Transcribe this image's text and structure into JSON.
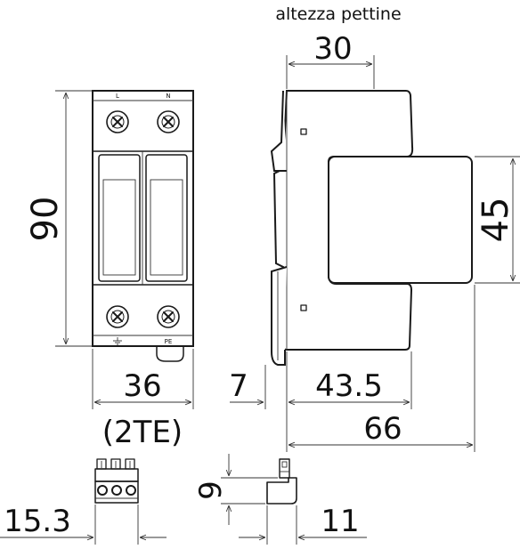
{
  "title": "altezza pettine",
  "dimensions": {
    "comb_width": "30",
    "total_height": "90",
    "width": "36",
    "modules": "(2TE)",
    "face_height": "45",
    "rail_offset": "7",
    "body_depth": "43.5",
    "total_depth": "66",
    "connector_width": "15.3",
    "connector_height": "9",
    "connector_depth": "11"
  },
  "terminals": {
    "top_left": "L",
    "top_right": "N",
    "bottom_right": "PE"
  },
  "colors": {
    "line": "#1a1a1a",
    "background": "#ffffff"
  }
}
